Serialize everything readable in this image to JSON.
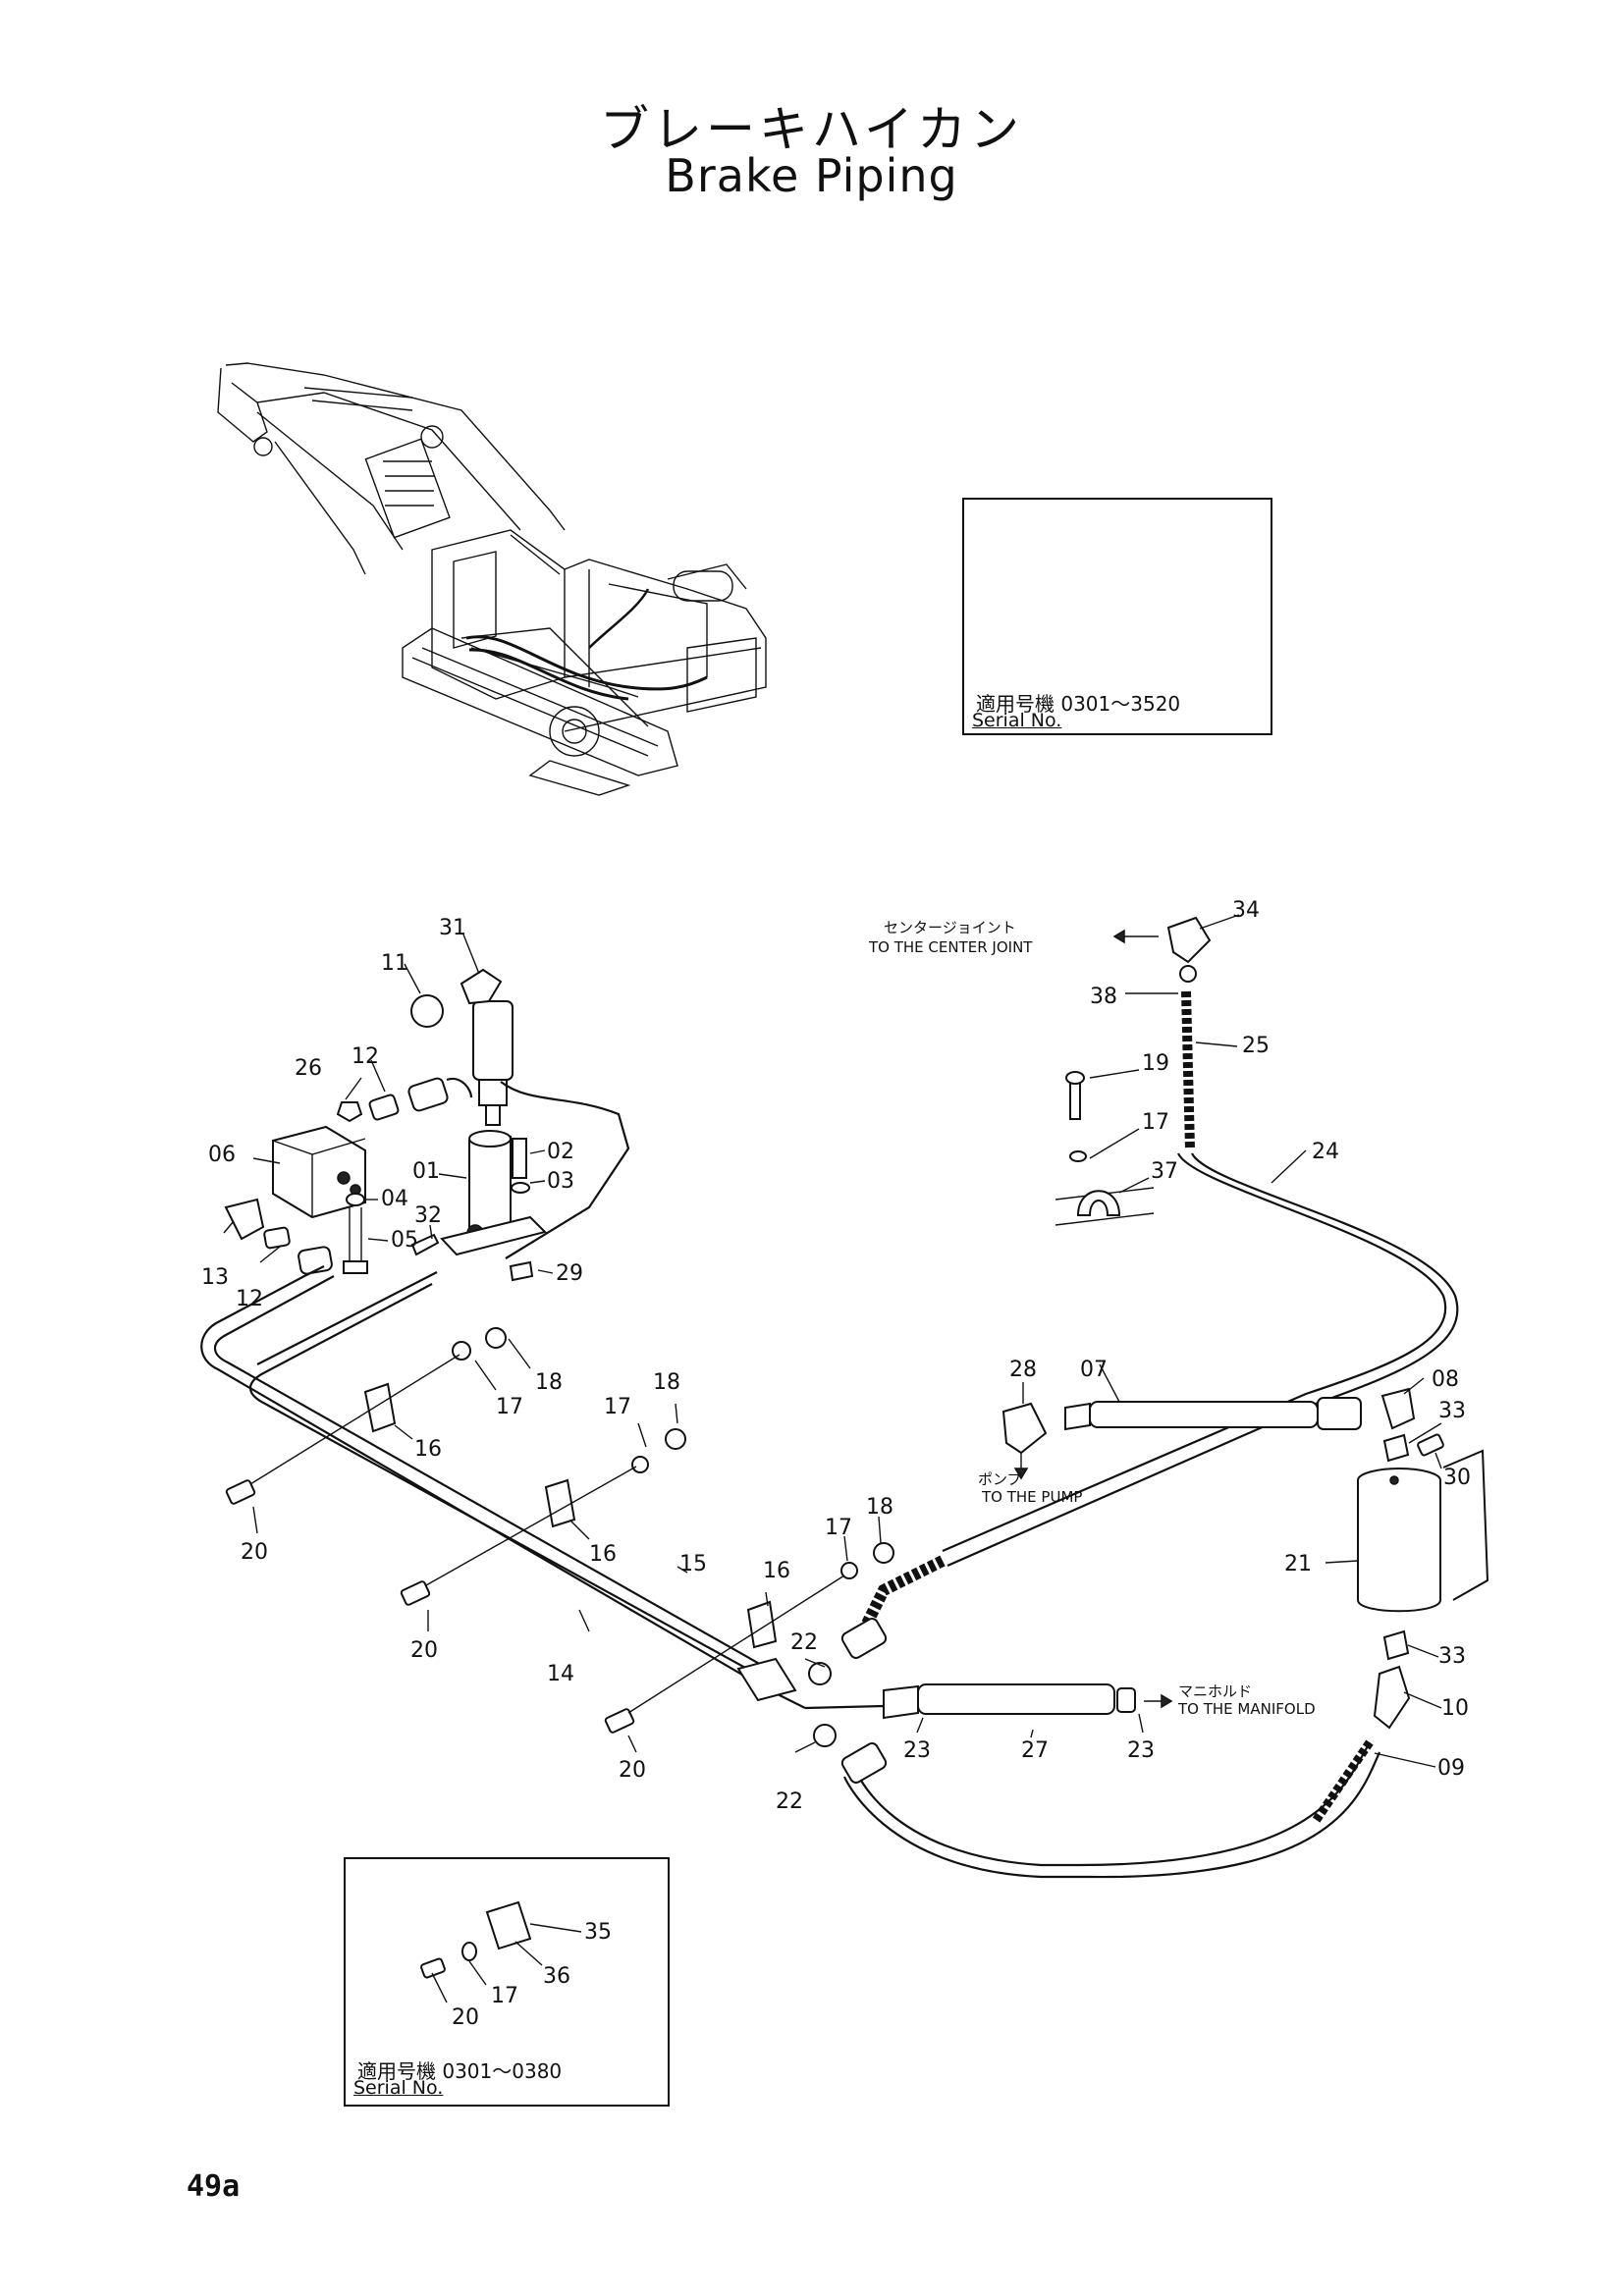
{
  "title": {
    "japanese": "ブレーキハイカン",
    "english": "Brake Piping"
  },
  "page_number": "49a",
  "inset_top": {
    "serial_range": "適用号機 0301～3520",
    "serial_label": "Serial No.",
    "callouts": [
      "19",
      "17",
      "37"
    ]
  },
  "inset_bottom": {
    "serial_range": "適用号機 0301～0380",
    "serial_label": "Serial No.",
    "callouts": [
      "35",
      "36",
      "17",
      "20"
    ]
  },
  "annotations": {
    "center_joint_jp": "センタージョイント",
    "center_joint_en": "TO THE CENTER JOINT",
    "pump_jp": "ポンプ",
    "pump_en": "TO THE PUMP",
    "manifold_jp": "マニホルド",
    "manifold_en": "TO THE MANIFOLD"
  },
  "part_labels": {
    "p31": "31",
    "p11": "11",
    "p26": "26",
    "p12a": "12",
    "p06": "06",
    "p01": "01",
    "p02": "02",
    "p03": "03",
    "p04": "04",
    "p05": "05",
    "p32": "32",
    "p13": "13",
    "p12b": "12",
    "p29": "29",
    "p18a": "18",
    "p17a": "17",
    "p16a": "16",
    "p18b": "18",
    "p17b": "17",
    "p16b": "16",
    "p20a": "20",
    "p20b": "20",
    "p20c": "20",
    "p15": "15",
    "p14": "14",
    "p16c": "16",
    "p17c": "17",
    "p18c": "18",
    "p22a": "22",
    "p22b": "22",
    "p23a": "23",
    "p23b": "23",
    "p27": "27",
    "p34": "34",
    "p38": "38",
    "p25": "25",
    "p24": "24",
    "p28": "28",
    "p07": "07",
    "p08": "08",
    "p33a": "33",
    "p30": "30",
    "p21": "21",
    "p33b": "33",
    "p10": "10",
    "p09": "09"
  }
}
